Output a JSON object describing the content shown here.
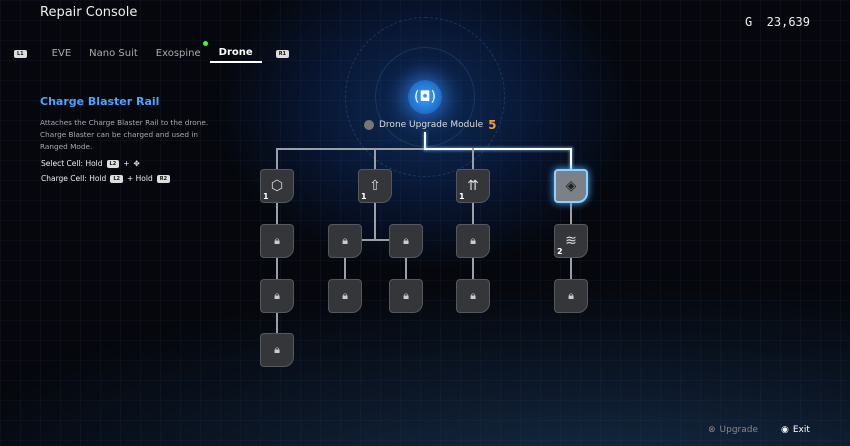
{
  "header": {
    "title": "Repair Console",
    "currency_symbol": "G",
    "currency_value": "23,639"
  },
  "tabs": {
    "left_hint": "L1",
    "right_hint": "R1",
    "items": [
      {
        "label": "EVE"
      },
      {
        "label": "Nano Suit"
      },
      {
        "label": "Exospine",
        "new": true
      },
      {
        "label": "Drone",
        "active": true
      }
    ]
  },
  "detail": {
    "title": "Charge Blaster Rail",
    "description": "Attaches the Charge Blaster Rail to the drone. Charge Blaster can be charged and used in Ranged Mode.",
    "controls": [
      {
        "label": "Select Cell: Hold",
        "b1": "L2",
        "plus": "+",
        "b2": "✥"
      },
      {
        "label": "Charge Cell: Hold",
        "b1": "L2",
        "plus": "+ Hold",
        "b2": "R2"
      }
    ]
  },
  "module": {
    "label": "Drone Upgrade Module",
    "count": "5"
  },
  "tree": {
    "col1": [
      {
        "icon": "hex-key-icon",
        "level": "1"
      },
      {
        "icon": "lock-icon"
      },
      {
        "icon": "lock-icon"
      },
      {
        "icon": "lock-icon"
      }
    ],
    "col2": [
      {
        "icon": "missile-icon",
        "level": "1"
      },
      {
        "icon": "lock-icon"
      },
      {
        "icon": "lock-icon"
      },
      {
        "icon": "lock-icon"
      },
      {
        "icon": "lock-icon"
      }
    ],
    "col3": [
      {
        "icon": "multi-missile-icon",
        "level": "1"
      },
      {
        "icon": "lock-icon"
      },
      {
        "icon": "lock-icon"
      }
    ],
    "col4": [
      {
        "icon": "charge-rail-icon",
        "selected": true
      },
      {
        "icon": "blaster-icon",
        "level": "2"
      },
      {
        "icon": "lock-icon"
      }
    ]
  },
  "footer": {
    "upgrade": "Upgrade",
    "exit": "Exit"
  },
  "colors": {
    "accent": "#4da3ff",
    "count": "#f49a2a",
    "selected_border": "#8fd0ff"
  }
}
